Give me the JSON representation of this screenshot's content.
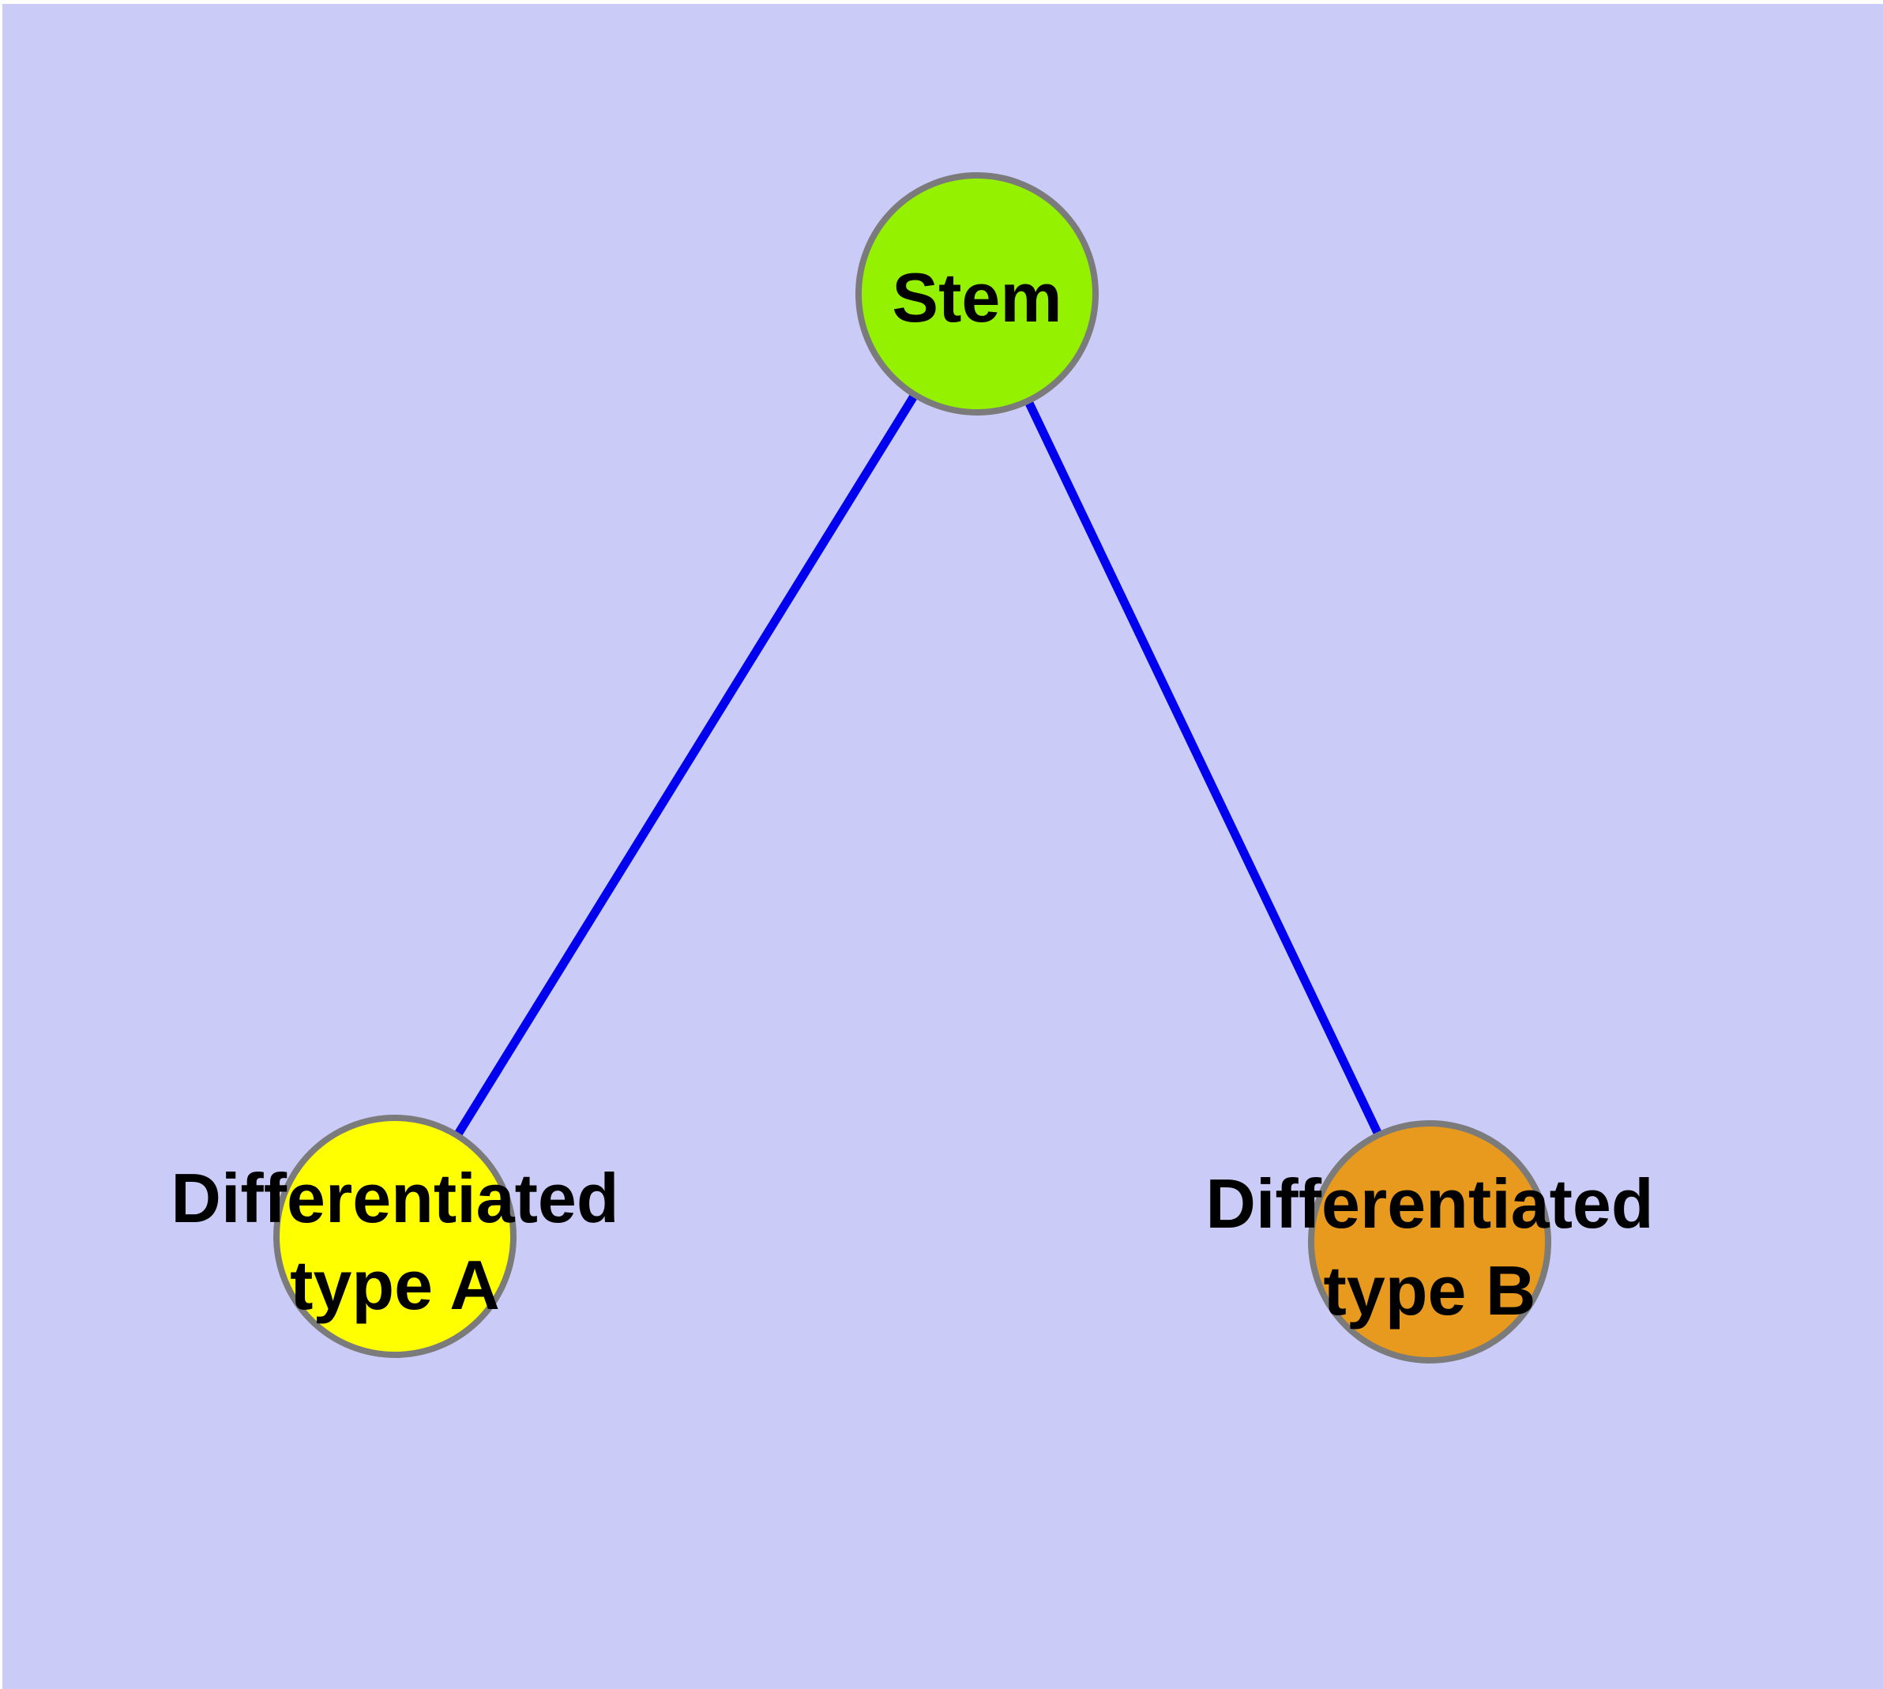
{
  "diagram": {
    "type": "graph",
    "description": "Stem cell differentiation graph: one stem node linked to two differentiated cell-type nodes",
    "colors": {
      "background": "#CBCBF8",
      "page_margin": "#FFFFFF",
      "edge": "#0000EE",
      "node_border": "#7B7B7B",
      "label_text": "#000000"
    },
    "nodes": [
      {
        "id": "stem",
        "label": "Stem",
        "fill": "#94F100"
      },
      {
        "id": "typeA",
        "label": "Differentiated type A",
        "label_lines": [
          "Differentiated",
          "type A"
        ],
        "fill": "#FFFF00"
      },
      {
        "id": "typeB",
        "label": "Differentiated type B",
        "label_lines": [
          "Differentiated",
          "type B"
        ],
        "fill": "#E79A1E"
      }
    ],
    "edges": [
      {
        "from": "Stem",
        "to": "Differentiated type A"
      },
      {
        "from": "Stem",
        "to": "Differentiated type B"
      }
    ]
  }
}
